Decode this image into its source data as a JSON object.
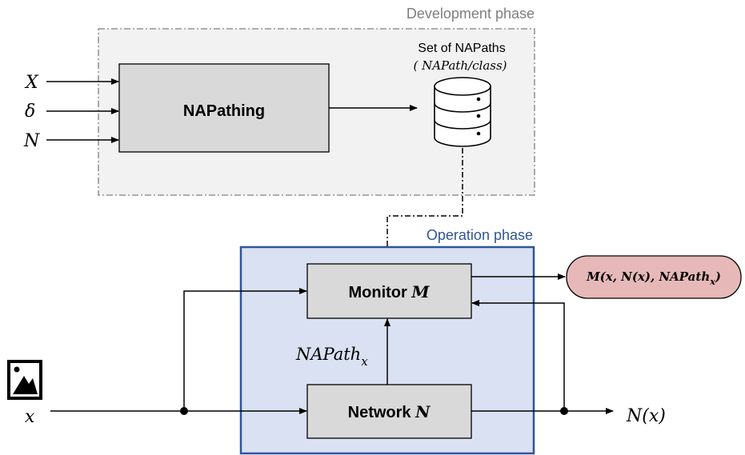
{
  "development_phase": {
    "title": "Development phase",
    "inputs": [
      "X",
      "δ",
      "N"
    ],
    "process_label": "NAPathing",
    "store_title": "Set of NAPaths",
    "store_subtitle": "( NAPath/class)"
  },
  "operation_phase": {
    "title": "Operation phase",
    "monitor": {
      "label": "Monitor ",
      "symbol": "M"
    },
    "network": {
      "label": "Network ",
      "symbol": "N"
    },
    "path_label": {
      "base": "NAPath",
      "subscript": "x"
    },
    "input_symbol": "x",
    "network_output": "N(x)",
    "monitor_output": {
      "main": "M(x, N(x), NAPath",
      "subscript": "x",
      "close": ")"
    }
  },
  "icons": [
    "image-icon"
  ],
  "colors": {
    "dev_box_fill": "#f2f2f2",
    "dev_box_border": "#7f7f7f",
    "op_box_fill": "#d9e1f2",
    "op_box_border": "#2f5597",
    "op_title": "#2f5597",
    "process_fill": "#d9d9d9",
    "output_fill": "#e6b9b8"
  }
}
